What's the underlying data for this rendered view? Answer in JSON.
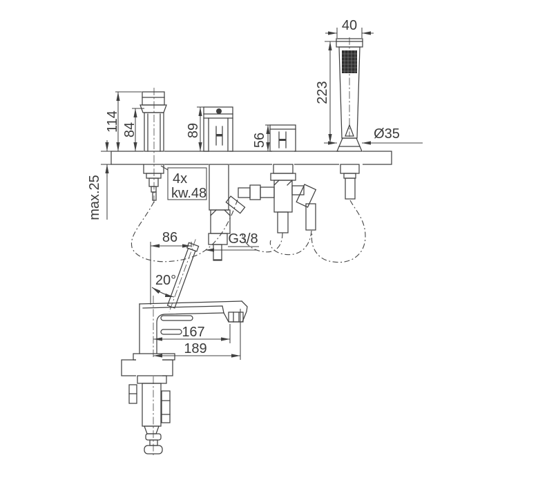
{
  "drawing": {
    "background": "#ffffff",
    "line_color": "#404040",
    "upper_view": {
      "description": "4-hole deck mounted bath mixer, front elevation",
      "labels": {
        "dim_114": "114",
        "dim_84": "84",
        "dim_89": "89",
        "dim_56": "56",
        "dim_223": "223",
        "dim_40": "40",
        "dim_dia35": "Ø35",
        "dim_max25": "max.25",
        "note_qty": "4x",
        "note_wrench": "kw.48",
        "thread": "G3/8"
      }
    },
    "lower_view": {
      "description": "Spout and hand-shower holder, side elevation",
      "labels": {
        "dim_86": "86",
        "dim_angle": "20°",
        "dim_167": "167",
        "dim_189": "189"
      }
    }
  }
}
